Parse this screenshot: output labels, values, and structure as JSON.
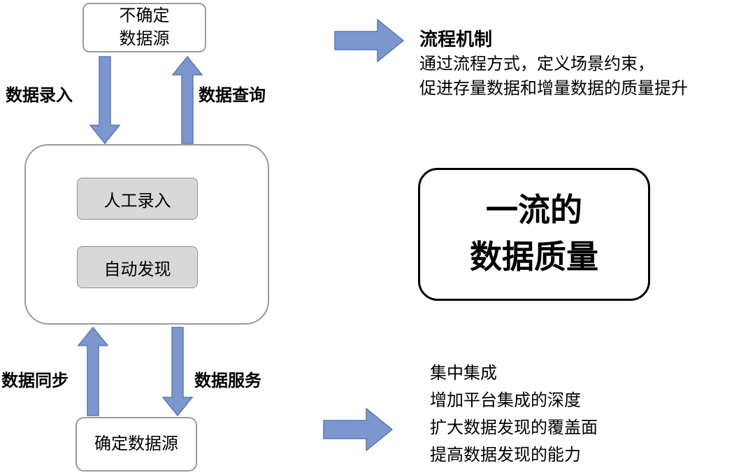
{
  "colors": {
    "arrow_fill": "#7b97cd",
    "arrow_stroke": "#5a79b9",
    "gray_fill": "#d8d8d8",
    "box_border": "#9a9a9a"
  },
  "flow": {
    "top_box": {
      "line1": "不确定",
      "line2": "数据源"
    },
    "labels": {
      "data_entry": "数据录入",
      "data_query": "数据查询",
      "data_sync": "数据同步",
      "data_service": "数据服务"
    },
    "container": {
      "manual_entry": "人工录入",
      "auto_discovery": "自动发现"
    },
    "bottom_box": "确定数据源"
  },
  "right": {
    "process": {
      "title": "流程机制",
      "line1": "通过流程方式，定义场景约束，",
      "line2": "促进存量数据和增量数据的质量提升"
    },
    "quality_box": {
      "line1": "一流的",
      "line2": "数据质量"
    },
    "integration": {
      "line1": "集中集成",
      "line2": "增加平台集成的深度",
      "line3": "扩大数据发现的覆盖面",
      "line4": "提高数据发现的能力"
    }
  }
}
